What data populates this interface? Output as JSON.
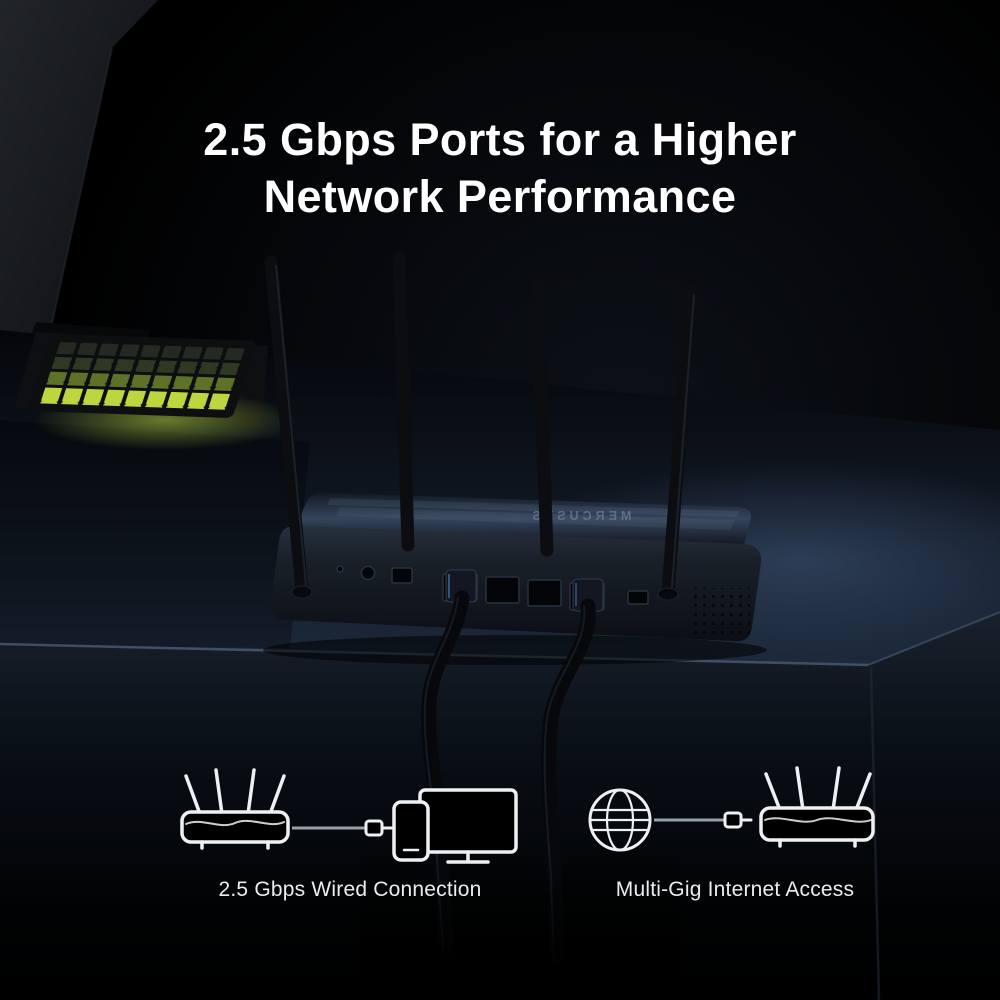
{
  "headline": {
    "line1": "2.5 Gbps Ports for a Higher",
    "line2": "Network Performance",
    "color": "#ffffff"
  },
  "scene": {
    "router_brand": "MERCUSYS",
    "antenna_count": 4
  },
  "features": [
    {
      "label": "2.5 Gbps Wired Connection",
      "icons": [
        "router-icon",
        "cable-plug-icon",
        "phone-icon",
        "monitor-icon"
      ]
    },
    {
      "label": "Multi-Gig Internet Access",
      "icons": [
        "globe-icon",
        "cable-plug-icon",
        "router-icon"
      ]
    }
  ],
  "colors": {
    "headline_text": "#ffffff",
    "feature_text": "#e9edf1",
    "icon_stroke": "#eef1f4",
    "cable_stroke": "#98a0a8",
    "keyboard_glow": "#b9d33b",
    "desk_highlight": "#46586f"
  }
}
